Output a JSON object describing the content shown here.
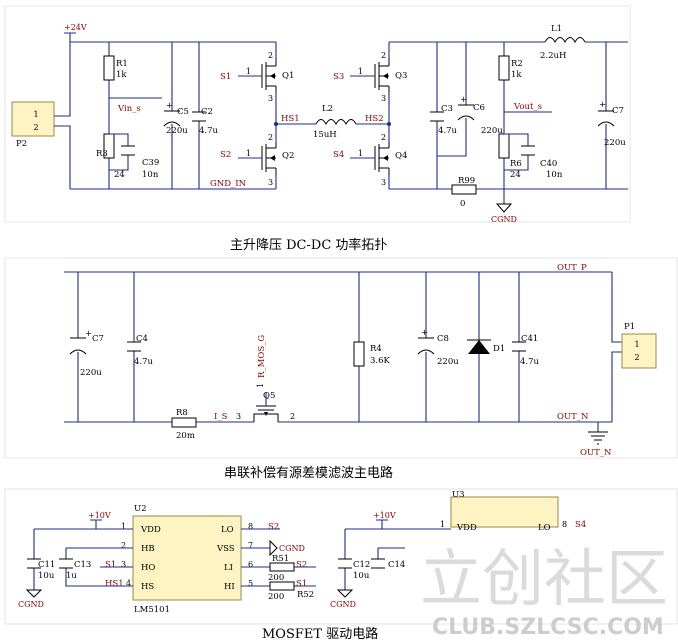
{
  "captions": {
    "c1": "主升降压 DC-DC 功率拓扑",
    "c2": "串联补偿有源差模滤波主电路",
    "c3": "MOSFET 驱动电路"
  },
  "s1": {
    "power": "+24V",
    "gnd_net": "GND_IN",
    "cgnd": "CGND",
    "connector": {
      "ref": "P2",
      "pin1": "1",
      "pin2": "2"
    },
    "nets": {
      "vin": "Vin_s",
      "vout": "Vout_s",
      "hs1": "HS1",
      "hs2": "HS2"
    },
    "R1": {
      "ref": "R1",
      "val": "1k"
    },
    "R3": {
      "ref": "R3",
      "val": "24"
    },
    "C39": {
      "ref": "C39",
      "val": "10n"
    },
    "C5": {
      "ref": "C5",
      "val": "220u"
    },
    "C2": {
      "ref": "C2",
      "val": "4.7u"
    },
    "Q1": {
      "ref": "Q1",
      "gate": "S1",
      "pin1": "1",
      "pin2": "2",
      "pin3": "3"
    },
    "Q2": {
      "ref": "Q2",
      "gate": "S2",
      "pin1": "1",
      "pin2": "2",
      "pin3": "3"
    },
    "L2": {
      "ref": "L2",
      "val": "15uH"
    },
    "Q3": {
      "ref": "Q3",
      "gate": "S3",
      "pin1": "1",
      "pin2": "2",
      "pin3": "3"
    },
    "Q4": {
      "ref": "Q4",
      "gate": "S4",
      "pin1": "1",
      "pin2": "2",
      "pin3": "3"
    },
    "C3": {
      "ref": "C3",
      "val": "4.7u"
    },
    "C6": {
      "ref": "C6",
      "val": "220u"
    },
    "R2": {
      "ref": "R2",
      "val": "1k"
    },
    "R6": {
      "ref": "R6",
      "val": "24"
    },
    "C40": {
      "ref": "C40",
      "val": "10n"
    },
    "L1": {
      "ref": "L1",
      "val": "2.2uH"
    },
    "C7": {
      "ref": "C7",
      "val": "220u"
    },
    "R99": {
      "ref": "R99",
      "val": "0"
    }
  },
  "s2": {
    "out_p": "OUT_P",
    "out_n": "OUT_N",
    "out_n_gnd": "OUT_N",
    "is_net": "I_S",
    "mos_g": "R_MOS_G",
    "connector": {
      "ref": "P1",
      "pin1": "1",
      "pin2": "2"
    },
    "C7": {
      "ref": "C7",
      "val": "220u"
    },
    "C4": {
      "ref": "C4",
      "val": "4.7u"
    },
    "R8": {
      "ref": "R8",
      "val": "20m"
    },
    "Q5": {
      "ref": "Q5",
      "pin1": "1",
      "pin2": "2",
      "pin3": "3"
    },
    "R4": {
      "ref": "R4",
      "val": "3.6K"
    },
    "C8": {
      "ref": "C8",
      "val": "220u"
    },
    "D1": {
      "ref": "D1"
    },
    "C41": {
      "ref": "C41",
      "val": "4.7u"
    }
  },
  "s3": {
    "u2": {
      "ref": "U2",
      "part": "LM5101",
      "power": "+10V",
      "gnd_left": "CGND",
      "gnd_right": "CGND",
      "pins_left": [
        {
          "num": "1",
          "name": "VDD",
          "net": ""
        },
        {
          "num": "2",
          "name": "HB",
          "net": ""
        },
        {
          "num": "3",
          "name": "HO",
          "net": "S1"
        },
        {
          "num": "4",
          "name": "HS",
          "net": "HS1"
        }
      ],
      "pins_right": [
        {
          "num": "8",
          "name": "LO",
          "net": "S2"
        },
        {
          "num": "7",
          "name": "VSS",
          "net": ""
        },
        {
          "num": "6",
          "name": "LI",
          "net": "S2"
        },
        {
          "num": "5",
          "name": "HI",
          "net": "S1"
        }
      ],
      "R51": {
        "ref": "R51",
        "val": "200"
      },
      "R52": {
        "ref": "R52",
        "val": "200"
      },
      "C11": {
        "ref": "C11",
        "val": "10u"
      },
      "C13": {
        "ref": "C13",
        "val": "1u"
      }
    },
    "u3": {
      "ref": "U3",
      "power": "+10V",
      "gnd": "CGND",
      "pin_vdd": "VDD",
      "pin1": "1",
      "pin_lo": "LO",
      "pin8": "8",
      "net_s4": "S4",
      "C12": {
        "ref": "C12",
        "val": "10u"
      },
      "C14": {
        "ref": "C14"
      }
    }
  },
  "watermark": {
    "cn": "立创社区",
    "en": "CLUB.SZLCSC.COM"
  }
}
